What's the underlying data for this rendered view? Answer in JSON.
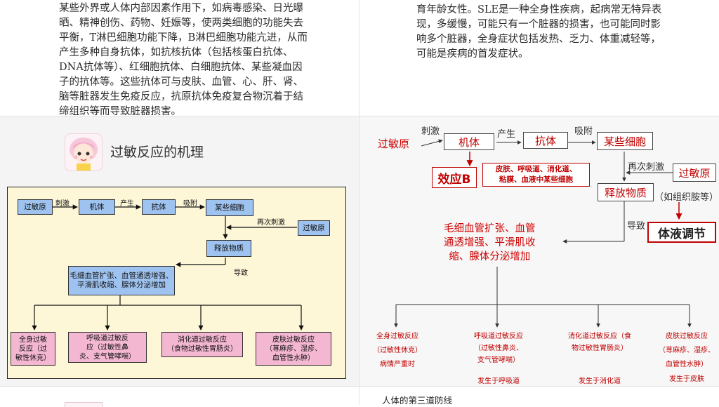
{
  "top_left": {
    "lines": [
      "某些外界或人体内部因素作用下，如病毒感染、日光曝",
      "晒、精神创伤、药物、妊娠等，使两类细胞的功能失去",
      "平衡，T淋巴细胞功能下降，B淋巴细胞功能亢进，从而",
      "产生多种自身抗体，如抗核抗体（包括核蛋白抗体、",
      "DNA抗体等）、红细胞抗体、白细胞抗体、某些凝血因",
      "子的抗体等。这些抗体可与皮肤、血管、心、肝、肾、",
      "脑等脏器发生免疫反应，抗原抗体免疫复合物沉着于结",
      "缔组织等而导致脏器损害。"
    ]
  },
  "top_right": {
    "lines": [
      "育年龄女性。SLE是一种全身性疾病，起病常无特异表",
      "现，多缓慢，可能只有一个脏器的损害，也可能同时影",
      "响多个脏器，全身症状包括发热、乏力、体重减轻等，",
      "可能是疾病的首发症状。"
    ]
  },
  "mid_left": {
    "title": "过敏反应的机理",
    "flow": {
      "allergen": "过敏原",
      "stimulate": "刺激",
      "body": "机体",
      "produce": "产生",
      "antibody": "抗体",
      "adsorb": "吸附",
      "cells": "某些细胞",
      "restimulate": "再次刺激",
      "allergen2": "过敏原",
      "release": "释放物质",
      "cause": "导致",
      "effect_line1": "毛细血管扩张、血管通透增强、",
      "effect_line2": "平滑肌收缩、腺体分泌增加",
      "outcomes": [
        {
          "l1": "全身过敏",
          "l2": "反应（过",
          "l3": "敏性休克）"
        },
        {
          "l1": "呼吸道过敏反",
          "l2": "应（过敏性鼻",
          "l3": "炎、支气管哮喘）"
        },
        {
          "l1": "消化道过敏反应",
          "l2": "（食物过敏性胃肠炎）",
          "l3": ""
        },
        {
          "l1": "皮肤过敏反应",
          "l2": "（荨麻疹、湿疹、",
          "l3": "血管性水肿）"
        }
      ]
    }
  },
  "mid_right": {
    "allergen": "过敏原",
    "stimulate": "刺激",
    "body": "机体",
    "produce": "产生",
    "antibody": "抗体",
    "adsorb": "吸附",
    "cells": "某些细胞",
    "effector": "效应B",
    "cells_desc_line1": "皮肤、呼吸道、消化道、",
    "cells_desc_line2": "粘膜、血液中某些细胞",
    "restimulate": "再次刺激",
    "allergen2": "过敏原",
    "release": "释放物质",
    "histamine": "（如组织胺等）",
    "cause": "导致",
    "humoral": "体液调节",
    "effect_line1": "毛细血管扩张、血管",
    "effect_line2": "通透增强、平滑肌收",
    "effect_line3": "缩、腺体分泌增加",
    "outcomes": [
      {
        "l1": "全身过敏反应",
        "l2": "（过敏性休克）",
        "l3": "病情严重时",
        "l4": ""
      },
      {
        "l1": "呼吸道过敏反应",
        "l2": "（过敏性鼻炎、",
        "l3": "支气管哮喘）",
        "l4": "发生于呼吸道"
      },
      {
        "l1": "消化道过敏反应（食",
        "l2": "物过敏性胃肠炎）",
        "l3": "",
        "l4": "发生于消化道"
      },
      {
        "l1": "皮肤过敏反应",
        "l2": "（荨麻疹、湿疹、",
        "l3": "血管性水肿）",
        "l4": "发生于皮肤"
      }
    ]
  },
  "bottom_right": {
    "text": "人体的第三道防线"
  },
  "colors": {
    "box_blue": "#9fc3f0",
    "box_pink": "#f4b7d2",
    "panel_yellow": "#fdf7d8",
    "accent_red": "#c00000"
  }
}
